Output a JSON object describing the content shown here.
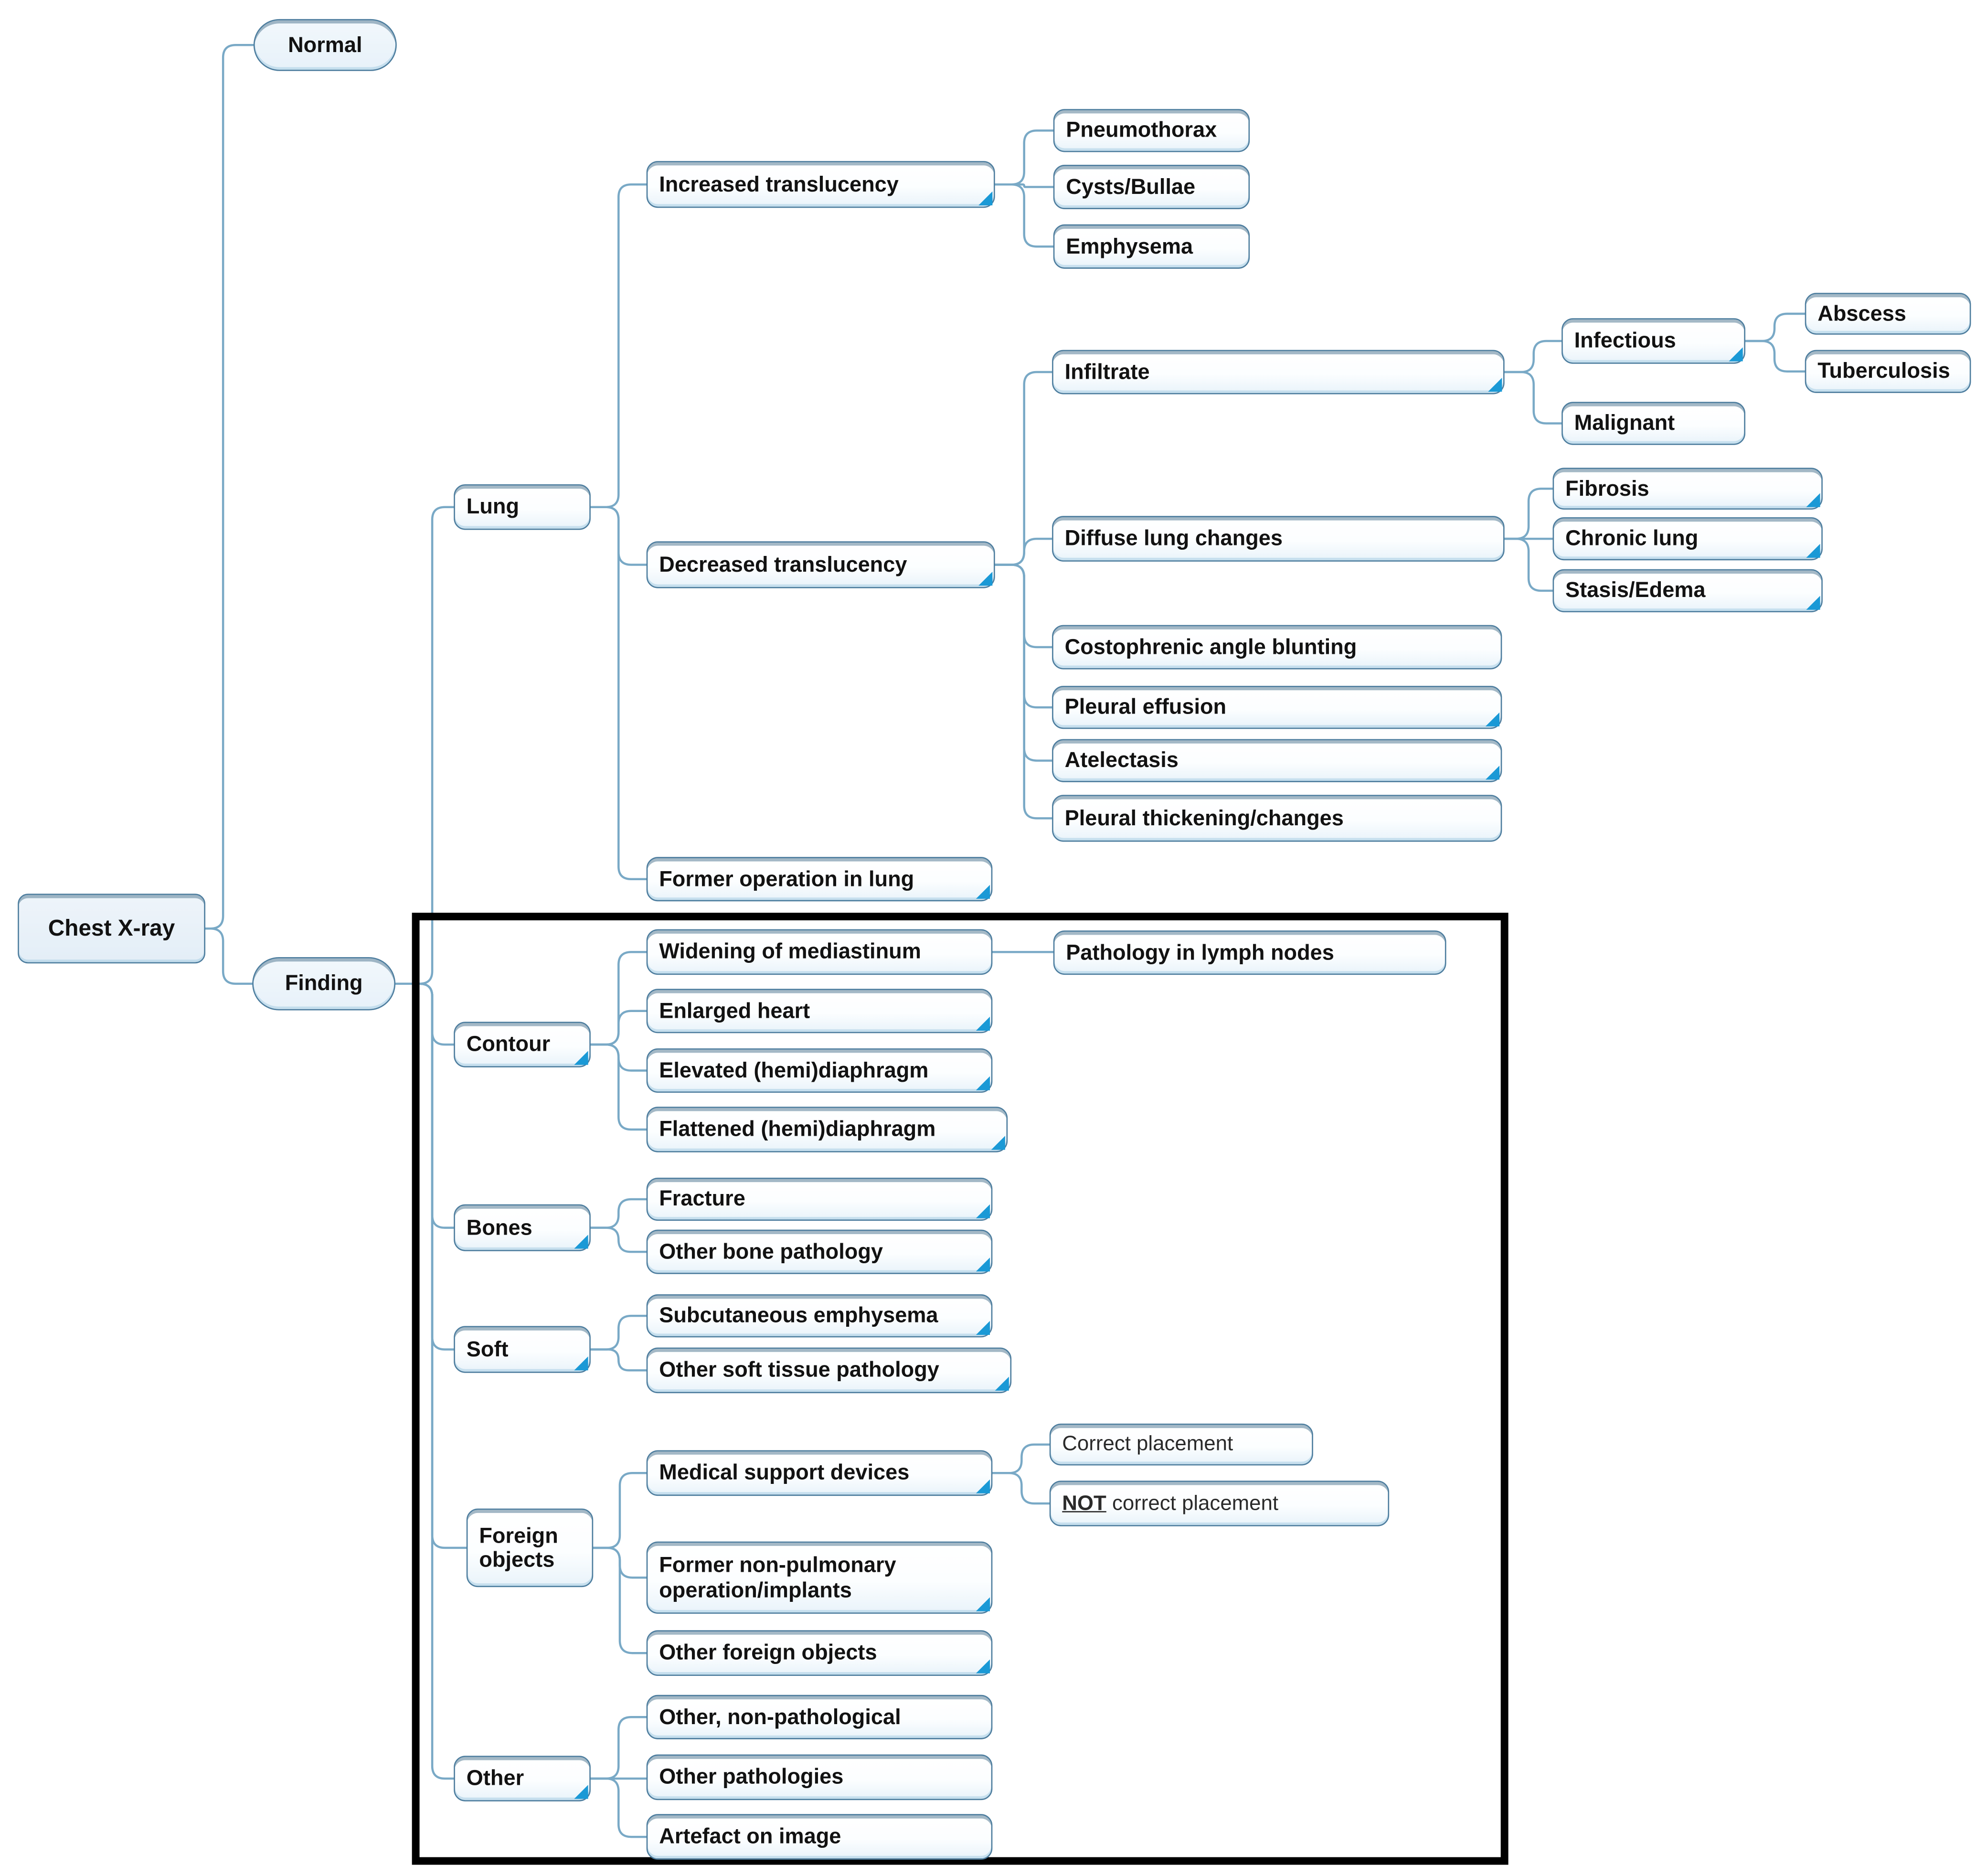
{
  "diagram": {
    "title": "Chest X-ray findings classification tree",
    "colors": {
      "node_border": "#4d7d9e",
      "node_fill_top": "#ffffff",
      "node_fill_bottom": "#e9f3fa",
      "connector": "#79a9c6",
      "expand_marker": "#1a99d6",
      "highlight_box": "#000000",
      "text": "#121212"
    },
    "nodes": {
      "chest_xray": {
        "label": "Chest X-ray",
        "has_expand_marker": false
      },
      "normal": {
        "label": "Normal",
        "has_expand_marker": false
      },
      "finding": {
        "label": "Finding",
        "has_expand_marker": false
      },
      "lung": {
        "label": "Lung",
        "has_expand_marker": false
      },
      "increased_translucency": {
        "label": "Increased translucency",
        "has_expand_marker": true
      },
      "pneumothorax": {
        "label": "Pneumothorax",
        "has_expand_marker": false
      },
      "cysts_bullae": {
        "label": "Cysts/Bullae",
        "has_expand_marker": false
      },
      "emphysema": {
        "label": "Emphysema",
        "has_expand_marker": false
      },
      "decreased_translucency": {
        "label": "Decreased translucency",
        "has_expand_marker": true
      },
      "infiltrate": {
        "label": "Infiltrate",
        "has_expand_marker": true
      },
      "infectious": {
        "label": "Infectious",
        "has_expand_marker": true
      },
      "abscess": {
        "label": "Abscess",
        "has_expand_marker": false
      },
      "tuberculosis": {
        "label": "Tuberculosis",
        "has_expand_marker": false
      },
      "malignant": {
        "label": "Malignant",
        "has_expand_marker": false
      },
      "diffuse_lung_changes": {
        "label": "Diffuse lung changes",
        "has_expand_marker": false
      },
      "fibrosis": {
        "label": "Fibrosis",
        "has_expand_marker": true
      },
      "chronic_lung": {
        "label": "Chronic lung",
        "has_expand_marker": true
      },
      "stasis_edema": {
        "label": "Stasis/Edema",
        "has_expand_marker": true
      },
      "costophrenic_angle_blunting": {
        "label": "Costophrenic angle blunting",
        "has_expand_marker": false
      },
      "pleural_effusion": {
        "label": "Pleural effusion",
        "has_expand_marker": true
      },
      "atelectasis": {
        "label": "Atelectasis",
        "has_expand_marker": true
      },
      "pleural_thickening_changes": {
        "label": "Pleural thickening/changes",
        "has_expand_marker": false
      },
      "former_operation_in_lung": {
        "label": "Former operation in lung",
        "has_expand_marker": true
      },
      "contour": {
        "label": "Contour",
        "has_expand_marker": true
      },
      "widening_of_mediastinum": {
        "label": "Widening of mediastinum",
        "has_expand_marker": false
      },
      "pathology_in_lymph_nodes": {
        "label": "Pathology in lymph nodes",
        "has_expand_marker": false
      },
      "enlarged_heart": {
        "label": "Enlarged heart",
        "has_expand_marker": true
      },
      "elevated_hemidiaphragm": {
        "label": "Elevated (hemi)diaphragm",
        "has_expand_marker": true
      },
      "flattened_hemidiaphragm": {
        "label": "Flattened (hemi)diaphragm",
        "has_expand_marker": true
      },
      "bones": {
        "label": "Bones",
        "has_expand_marker": true
      },
      "fracture": {
        "label": "Fracture",
        "has_expand_marker": true
      },
      "other_bone_pathology": {
        "label": "Other bone pathology",
        "has_expand_marker": true
      },
      "soft": {
        "label": "Soft",
        "has_expand_marker": true
      },
      "subcutaneous_emphysema": {
        "label": "Subcutaneous emphysema",
        "has_expand_marker": true
      },
      "other_soft_tissue_pathology": {
        "label": "Other soft tissue pathology",
        "has_expand_marker": true
      },
      "foreign_objects": {
        "label": "Foreign objects",
        "has_expand_marker": false
      },
      "medical_support_devices": {
        "label": "Medical support devices",
        "has_expand_marker": true
      },
      "correct_placement": {
        "label": "Correct placement",
        "has_expand_marker": false
      },
      "not_correct_placement": {
        "prefix": "NOT",
        "rest": " correct placement",
        "has_expand_marker": false
      },
      "former_non_pulmonary": {
        "label": "Former non-pulmonary operation/implants",
        "has_expand_marker": true
      },
      "other_foreign_objects": {
        "label": "Other foreign objects",
        "has_expand_marker": true
      },
      "other": {
        "label": "Other",
        "has_expand_marker": true
      },
      "other_non_pathological": {
        "label": "Other, non-pathological",
        "has_expand_marker": false
      },
      "other_pathologies": {
        "label": "Other pathologies",
        "has_expand_marker": false
      },
      "artefact_on_image": {
        "label": "Artefact on image",
        "has_expand_marker": false
      }
    },
    "structure": {
      "chest_xray": [
        "normal",
        "finding"
      ],
      "finding": [
        "lung",
        "contour",
        "bones",
        "soft",
        "foreign_objects",
        "other"
      ],
      "lung": [
        "increased_translucency",
        "decreased_translucency",
        "former_operation_in_lung"
      ],
      "increased_translucency": [
        "pneumothorax",
        "cysts_bullae",
        "emphysema"
      ],
      "decreased_translucency": [
        "infiltrate",
        "diffuse_lung_changes",
        "costophrenic_angle_blunting",
        "pleural_effusion",
        "atelectasis",
        "pleural_thickening_changes"
      ],
      "infiltrate": [
        "infectious",
        "malignant"
      ],
      "infectious": [
        "abscess",
        "tuberculosis"
      ],
      "diffuse_lung_changes": [
        "fibrosis",
        "chronic_lung",
        "stasis_edema"
      ],
      "contour": [
        "widening_of_mediastinum",
        "enlarged_heart",
        "elevated_hemidiaphragm",
        "flattened_hemidiaphragm"
      ],
      "widening_of_mediastinum": [
        "pathology_in_lymph_nodes"
      ],
      "bones": [
        "fracture",
        "other_bone_pathology"
      ],
      "soft": [
        "subcutaneous_emphysema",
        "other_soft_tissue_pathology"
      ],
      "foreign_objects": [
        "medical_support_devices",
        "former_non_pulmonary",
        "other_foreign_objects"
      ],
      "medical_support_devices": [
        "correct_placement",
        "not_correct_placement"
      ],
      "other": [
        "other_non_pathological",
        "other_pathologies",
        "artefact_on_image"
      ]
    },
    "highlight_box_contains": [
      "contour",
      "bones",
      "soft",
      "foreign_objects",
      "other"
    ]
  }
}
